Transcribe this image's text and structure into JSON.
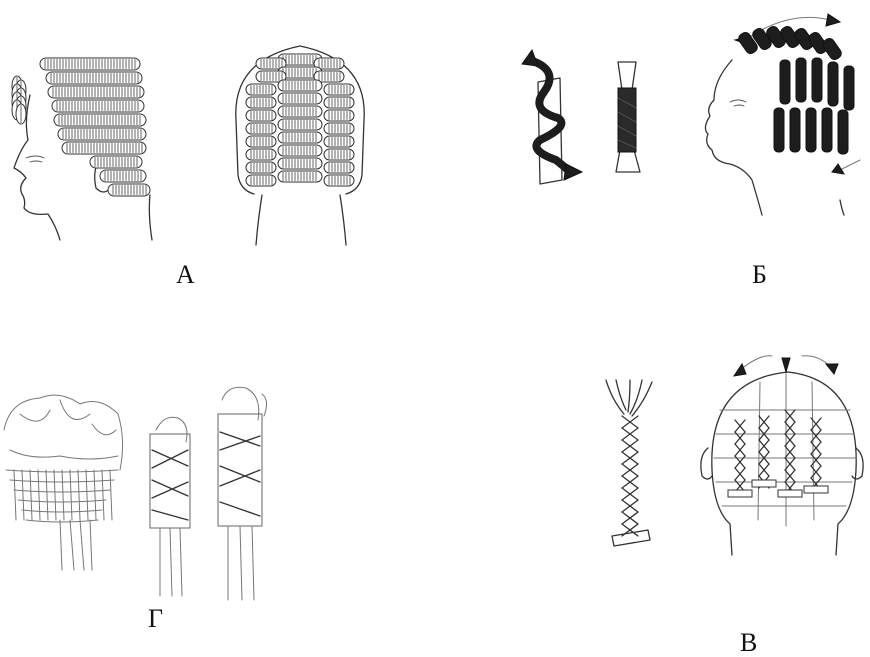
{
  "labels": {
    "a": "А",
    "b": "Б",
    "g": "Г",
    "v": "В"
  }
}
